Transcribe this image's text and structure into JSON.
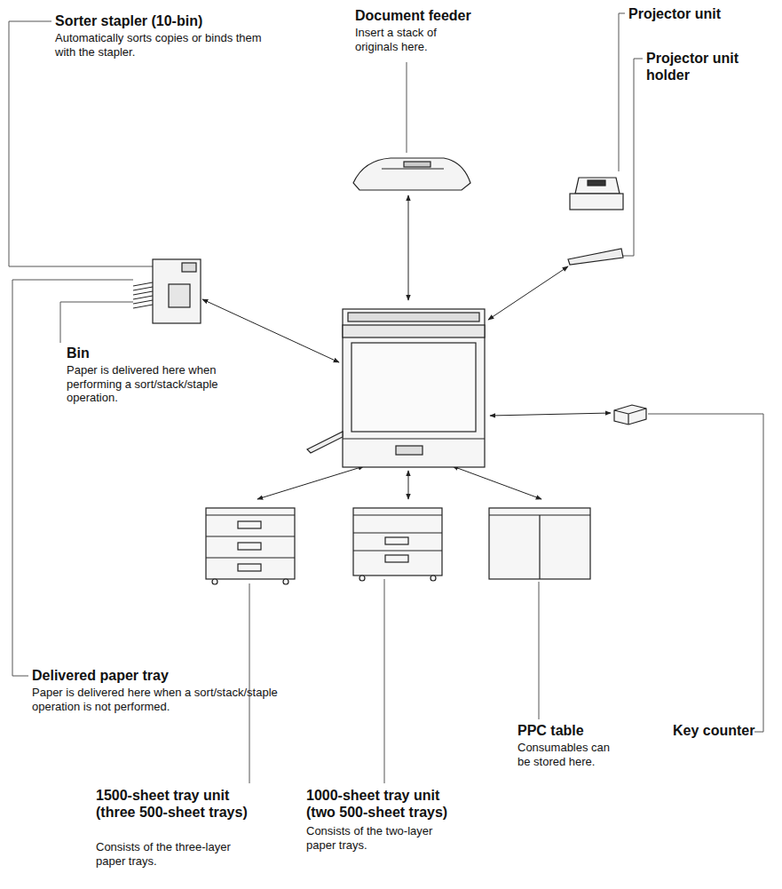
{
  "diagram": {
    "labels": [
      "Document feeder",
      "Insert a stack of originals here.",
      "Projector unit",
      "Projector unit holder",
      "Sorter stapler (10-bin)",
      "Automatically sorts copies or binds them with the stapler.",
      "Bin",
      "Paper is delivered here when performing a sort/stack/staple operation.",
      "Delivered paper tray",
      "Paper is delivered here when a sort/stack/staple operation is not performed.",
      "PPC table",
      "Consumables can be stored here.",
      "Key counter",
      "1500-sheet tray unit (three 500-sheet trays)",
      "Consists of the three-layer paper trays.",
      "1000-sheet tray unit (two 500-sheet trays)",
      "Consists of the two-layer paper trays."
    ]
  }
}
